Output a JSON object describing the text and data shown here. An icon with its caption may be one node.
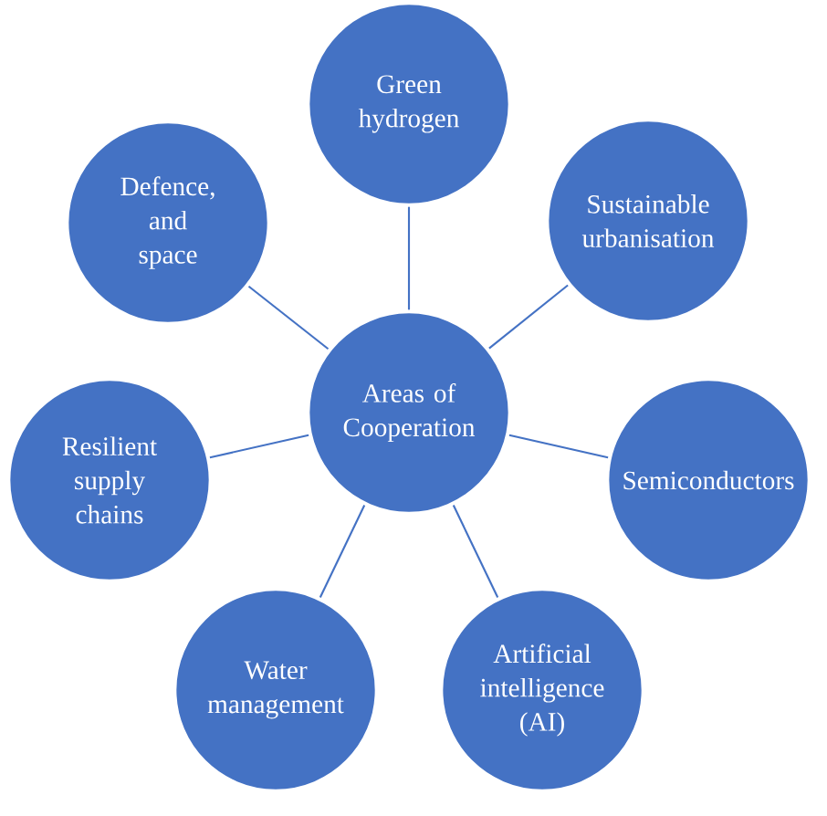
{
  "diagram": {
    "nodes": [
      {
        "text": [
          "Green hydrogen"
        ]
      },
      {
        "text": [
          "Defence, and space"
        ]
      },
      {
        "text": [
          "Sustainable urbanisation"
        ]
      },
      {
        "text": [
          "Areas of Cooperation"
        ]
      },
      {
        "text": [
          "Resilient supply chains"
        ]
      },
      {
        "text": [
          "Semiconductors"
        ]
      },
      {
        "text": [
          "Water management"
        ]
      },
      {
        "text": [
          "Artificial intelligence (AI)"
        ]
      }
    ],
    "edges": [
      {
        "from": 3,
        "to": 0,
        "arrow": "none"
      },
      {
        "from": 3,
        "to": 1,
        "arrow": "none"
      },
      {
        "from": 3,
        "to": 2,
        "arrow": "none"
      },
      {
        "from": 3,
        "to": 4,
        "arrow": "none"
      },
      {
        "from": 3,
        "to": 5,
        "arrow": "none"
      },
      {
        "from": 3,
        "to": 6,
        "arrow": "none"
      },
      {
        "from": 3,
        "to": 7,
        "arrow": "none"
      }
    ]
  }
}
